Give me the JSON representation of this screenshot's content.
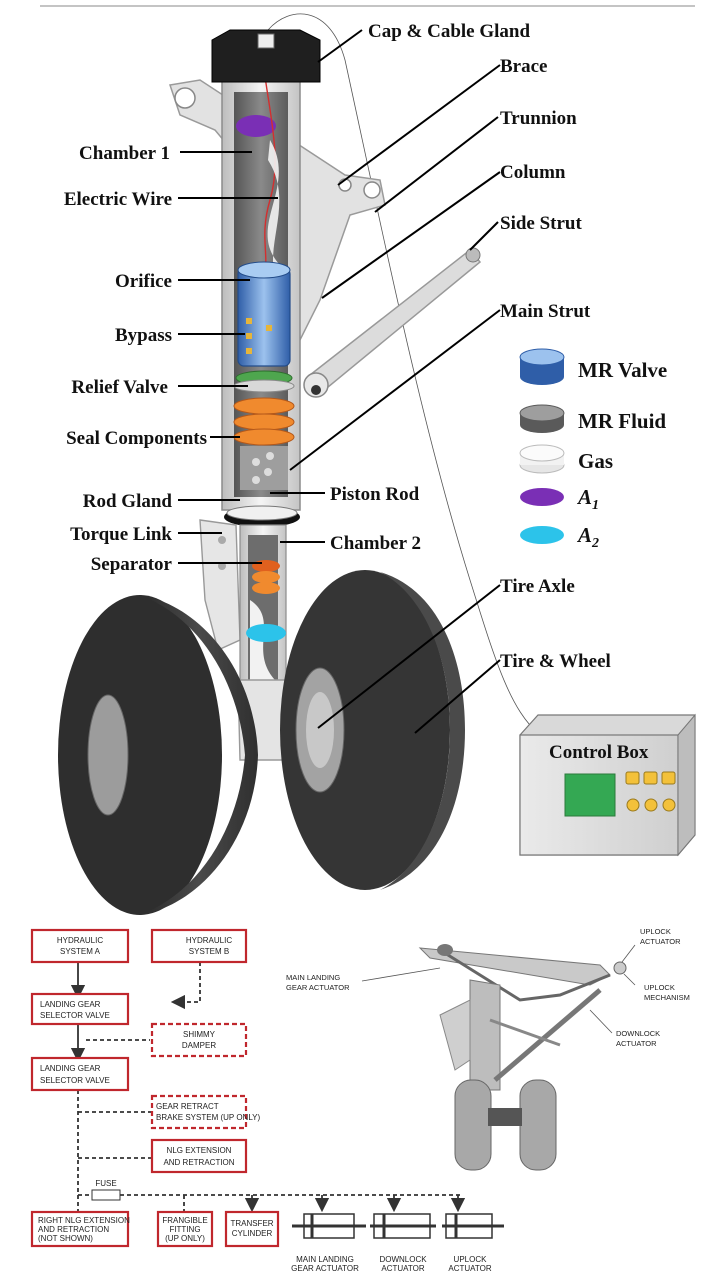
{
  "top_diagram": {
    "labels": {
      "cap_cable_gland": "Cap & Cable Gland",
      "brace": "Brace",
      "trunnion": "Trunnion",
      "chamber1": "Chamber 1",
      "column": "Column",
      "electric_wire": "Electric Wire",
      "side_strut": "Side Strut",
      "orifice": "Orifice",
      "main_strut": "Main Strut",
      "bypass": "Bypass",
      "relief_valve": "Relief Valve",
      "seal_components": "Seal Components",
      "rod_gland": "Rod Gland",
      "piston_rod": "Piston Rod",
      "torque_link": "Torque Link",
      "chamber2": "Chamber 2",
      "separator": "Separator",
      "tire_axle": "Tire Axle",
      "tire_wheel": "Tire & Wheel",
      "control_box": "Control Box"
    },
    "legend": [
      {
        "label": "MR Valve",
        "color": "#3f6fb5"
      },
      {
        "label": "MR Fluid",
        "color": "#6b6b6b"
      },
      {
        "label": "Gas",
        "color": "#f2f2f2"
      },
      {
        "label": "A",
        "sub": "1",
        "color": "#7a2fb5"
      },
      {
        "label": "A",
        "sub": "2",
        "color": "#2cc3ea"
      }
    ]
  },
  "schematic": {
    "boxes": {
      "hyd_a_1": "HYDRAULIC",
      "hyd_a_2": "SYSTEM A",
      "hyd_b_1": "HYDRAULIC",
      "hyd_b_2": "SYSTEM B",
      "lgsv1_1": "LANDING GEAR",
      "lgsv1_2": "SELECTOR VALVE",
      "shimmy_1": "SHIMMY",
      "shimmy_2": "DAMPER",
      "lgsv2_1": "LANDING GEAR",
      "lgsv2_2": "SELECTOR VALVE",
      "brake_1": "GEAR RETRACT",
      "brake_2": "BRAKE SYSTEM (UP ONLY)",
      "nlg_1": "NLG EXTENSION",
      "nlg_2": "AND RETRACTION",
      "fuse": "FUSE",
      "right_nlg_1": "RIGHT NLG EXTENSION",
      "right_nlg_2": "AND RETRACTION",
      "right_nlg_3": "(NOT SHOWN)",
      "frangible_1": "FRANGIBLE",
      "frangible_2": "FITTING",
      "frangible_3": "(UP ONLY)",
      "transfer_1": "TRANSFER",
      "transfer_2": "CYLINDER"
    },
    "actuators": {
      "main_1": "MAIN LANDING",
      "main_2": "GEAR ACTUATOR",
      "downlock": "DOWNLOCK",
      "downlock_2": "ACTUATOR",
      "uplock": "UPLOCK",
      "uplock_2": "ACTUATOR"
    },
    "callouts": {
      "uplock_act_1": "UPLOCK",
      "uplock_act_2": "ACTUATOR",
      "mlg_act_1": "MAIN LANDING",
      "mlg_act_2": "GEAR ACTUATOR",
      "uplock_mech_1": "UPLOCK",
      "uplock_mech_2": "MECHANISM",
      "downlock_act_1": "DOWNLOCK",
      "downlock_act_2": "ACTUATOR"
    }
  }
}
